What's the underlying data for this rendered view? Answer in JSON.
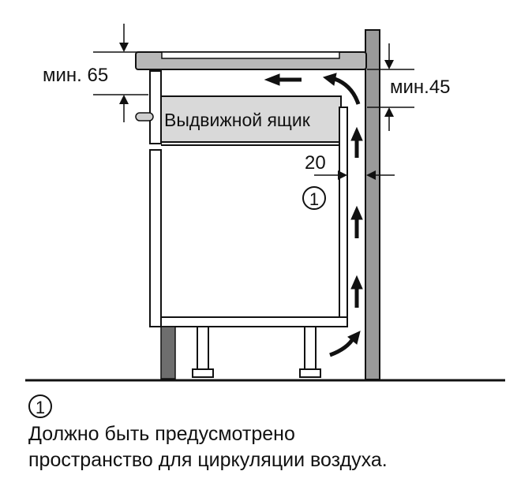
{
  "labels": {
    "min_65": "мин. 65",
    "min_45": "мин.45",
    "drawer": "Выдвижной ящик",
    "gap_20": "20",
    "callout_1": "1"
  },
  "legend": {
    "marker": "1",
    "line1": "Должно быть предусмотрено",
    "line2": "пространство для циркуляции воздуха."
  },
  "colors": {
    "stroke": "#111111",
    "wall": "#9a9a9a",
    "panel": "#d9d9d9",
    "plinth": "#6e6e6e",
    "cooktop": "#b8b8b8"
  }
}
